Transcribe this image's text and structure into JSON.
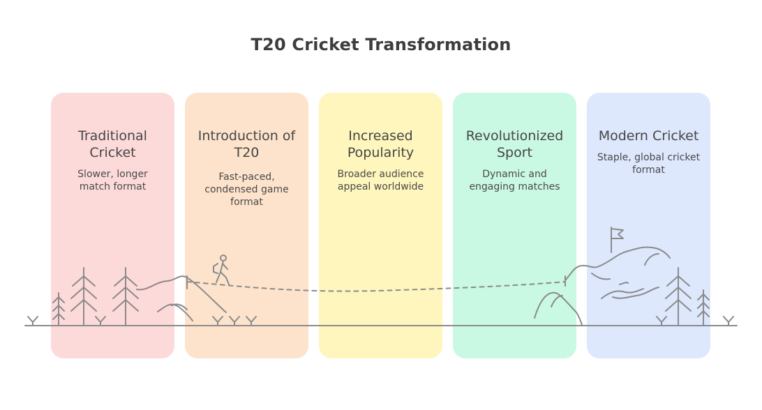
{
  "title": "T20 Cricket Transformation",
  "stages": [
    {
      "heading": "Traditional Cricket",
      "description": "Slower, longer match format",
      "color": "#fddada"
    },
    {
      "heading": "Introduction of T20",
      "description": "Fast-paced, condensed game format",
      "color": "#fde3cb"
    },
    {
      "heading": "Increased Popularity",
      "description": "Broader audience appeal worldwide",
      "color": "#fef6bc"
    },
    {
      "heading": "Revolutionized Sport",
      "description": "Dynamic and engaging matches",
      "color": "#c9f8e3"
    },
    {
      "heading": "Modern Cricket",
      "description": "Staple, global cricket format",
      "color": "#dde8fd"
    }
  ],
  "icons": {
    "hiker": "hiker-icon",
    "flag": "summit-flag-icon",
    "tree": "pine-tree-icon",
    "grass": "grass-icon",
    "mountain": "mountain-icon"
  },
  "colors": {
    "line": "#8a8a8a",
    "title": "#3d3d3d"
  }
}
